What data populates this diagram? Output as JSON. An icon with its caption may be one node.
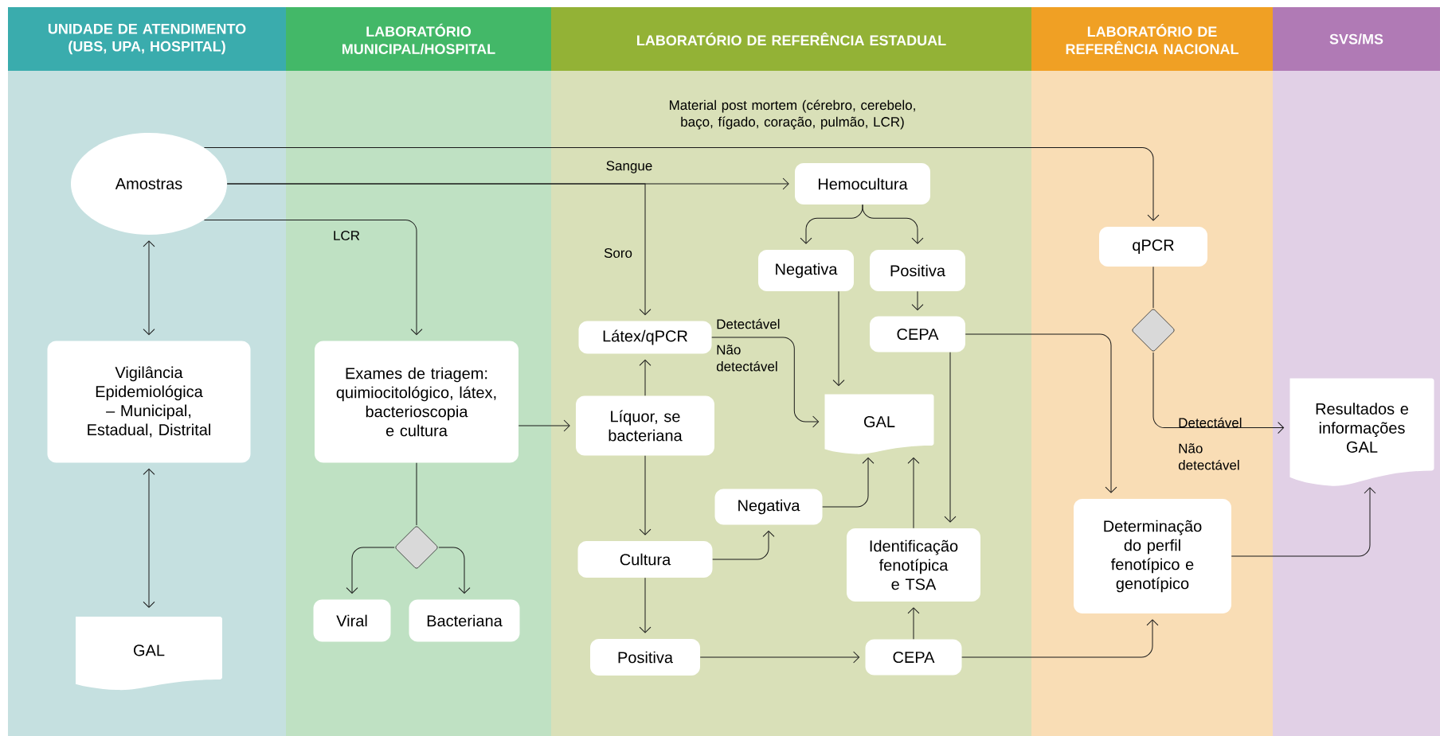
{
  "diagram": {
    "nodes": [
      {
        "text": [
          "UNIDADE DE ATENDIMENTO (UBS, UPA, HOSPITAL)"
        ]
      },
      {
        "text": [
          "LABORATÓRIO MUNICIPAL/HOSPITAL"
        ]
      },
      {
        "text": [
          "LABORATÓRIO DE REFERÊNCIA ESTADUAL"
        ]
      },
      {
        "text": [
          "LABORATÓRIO DE REFERÊNCIA NACIONAL"
        ]
      },
      {
        "text": [
          "SVS/MS"
        ]
      },
      {
        "text": [
          "Amostras"
        ],
        "in": 0
      },
      {
        "text": [
          "Vigilância Epidemiológica – Municipal, Estadual, Distrital"
        ],
        "in": 0
      },
      {
        "text": [
          "GAL"
        ],
        "in": 0
      },
      {
        "text": [
          "Exames de triagem: quimiocitológico, látex, bacterioscopia e cultura"
        ],
        "in": 1
      },
      {
        "text": [],
        "shape": "diamond",
        "in": 1
      },
      {
        "text": [
          "Viral"
        ],
        "in": 1
      },
      {
        "text": [
          "Bacteriana"
        ],
        "in": 1
      },
      {
        "text": [
          "Hemocultura"
        ],
        "in": 2
      },
      {
        "text": [
          "Negativa"
        ],
        "in": 2
      },
      {
        "text": [
          "Positiva"
        ],
        "in": 2
      },
      {
        "text": [
          "CEPA"
        ],
        "in": 2
      },
      {
        "text": [
          "Látex/qPCR"
        ],
        "in": 2
      },
      {
        "text": [
          "Líquor, se bacteriana"
        ],
        "in": 2
      },
      {
        "text": [
          "GAL"
        ],
        "in": 2
      },
      {
        "text": [
          "Negativa"
        ],
        "in": 2
      },
      {
        "text": [
          "Cultura"
        ],
        "in": 2
      },
      {
        "text": [
          "Identificação fenotípica e TSA"
        ],
        "in": 2
      },
      {
        "text": [
          "Positiva"
        ],
        "in": 2
      },
      {
        "text": [
          "CEPA"
        ],
        "in": 2
      },
      {
        "text": [
          "qPCR"
        ],
        "in": 3
      },
      {
        "text": [],
        "shape": "diamond",
        "in": 3
      },
      {
        "text": [
          "Determinação do perfil fenotípico e genotípico"
        ],
        "in": 3
      },
      {
        "text": [
          "Resultados e informações GAL"
        ],
        "in": 4
      }
    ],
    "edges": [
      {
        "from": 5,
        "to": 24,
        "arrow": "to",
        "label": "Material post mortem (cérebro, cerebelo, baço, fígado, coração, pulmão, LCR)"
      },
      {
        "from": 5,
        "to": 12,
        "arrow": "to",
        "label": "Sangue"
      },
      {
        "from": 5,
        "to": 16,
        "arrow": "to",
        "label": "Soro"
      },
      {
        "from": 5,
        "to": 8,
        "arrow": "to",
        "label": "LCR"
      },
      {
        "from": 5,
        "to": 6,
        "arrow": "both"
      },
      {
        "from": 6,
        "to": 7,
        "arrow": "both"
      },
      {
        "from": 8,
        "to": 9,
        "arrow": "none"
      },
      {
        "from": 9,
        "to": 10,
        "arrow": "to"
      },
      {
        "from": 9,
        "to": 11,
        "arrow": "to"
      },
      {
        "from": 8,
        "to": 17,
        "arrow": "to"
      },
      {
        "from": 17,
        "to": 16,
        "arrow": "to"
      },
      {
        "from": 16,
        "to": 18,
        "arrow": "to",
        "label": "Detectável"
      },
      {
        "from": 12,
        "to": 13,
        "arrow": "to"
      },
      {
        "from": 12,
        "to": 14,
        "arrow": "to"
      },
      {
        "from": 13,
        "to": 18,
        "arrow": "to"
      },
      {
        "from": 14,
        "to": 15,
        "arrow": "to"
      },
      {
        "from": 15,
        "to": 21,
        "arrow": "to"
      },
      {
        "from": 15,
        "to": 26,
        "arrow": "to"
      },
      {
        "from": 17,
        "to": 20,
        "arrow": "to"
      },
      {
        "from": 20,
        "to": 19,
        "arrow": "to"
      },
      {
        "from": 19,
        "to": 18,
        "arrow": "to"
      },
      {
        "from": 20,
        "to": 22,
        "arrow": "to"
      },
      {
        "from": 22,
        "to": 23,
        "arrow": "to"
      },
      {
        "from": 23,
        "to": 21,
        "arrow": "to"
      },
      {
        "from": 21,
        "to": 18,
        "arrow": "to"
      },
      {
        "from": 23,
        "to": 26,
        "arrow": "to"
      },
      {
        "from": 24,
        "to": 25,
        "arrow": "none"
      },
      {
        "from": 25,
        "to": 27,
        "arrow": "to",
        "label": "Detectável"
      },
      {
        "from": 26,
        "to": 27,
        "arrow": "to"
      }
    ],
    "labels": [
      "Não detectável",
      "Não detectável"
    ]
  }
}
